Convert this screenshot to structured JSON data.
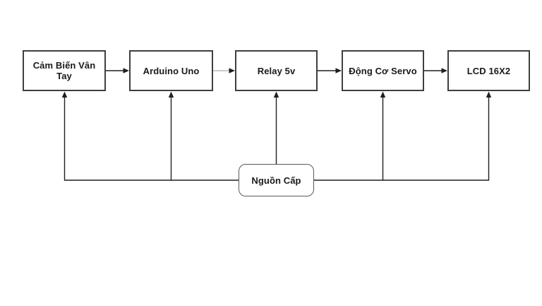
{
  "diagram": {
    "title": "Fingerprint door lock block diagram",
    "background_color": "#ffffff",
    "colors": {
      "box_border": "#3f3f3f",
      "power_box_border": "#595959",
      "wire": "#1f1f1f",
      "faint_wire": "#ababab",
      "text": "#1a1a1a"
    },
    "nodes": [
      {
        "id": "cam-bien-van-tay",
        "label": "Cảm Biến Vân Tay",
        "shape": "rectangle"
      },
      {
        "id": "arduino-uno",
        "label": "Arduino Uno",
        "shape": "rectangle"
      },
      {
        "id": "relay-5v",
        "label": "Relay 5v",
        "shape": "rectangle"
      },
      {
        "id": "dong-co-servo",
        "label": "Động Cơ Servo",
        "shape": "rectangle"
      },
      {
        "id": "lcd-16x2",
        "label": "LCD 16X2",
        "shape": "rectangle"
      },
      {
        "id": "nguon-cap",
        "label": "Nguồn Cấp",
        "shape": "rounded-rectangle"
      }
    ],
    "edges": [
      {
        "from": "cam-bien-van-tay",
        "to": "arduino-uno",
        "style": "solid-arrow"
      },
      {
        "from": "arduino-uno",
        "to": "relay-5v",
        "style": "faint-arrow"
      },
      {
        "from": "relay-5v",
        "to": "dong-co-servo",
        "style": "solid-arrow"
      },
      {
        "from": "dong-co-servo",
        "to": "lcd-16x2",
        "style": "solid-arrow"
      },
      {
        "from": "nguon-cap",
        "to": "cam-bien-van-tay",
        "style": "solid-arrow"
      },
      {
        "from": "nguon-cap",
        "to": "arduino-uno",
        "style": "solid-arrow"
      },
      {
        "from": "nguon-cap",
        "to": "relay-5v",
        "style": "solid-arrow"
      },
      {
        "from": "nguon-cap",
        "to": "dong-co-servo",
        "style": "solid-arrow"
      },
      {
        "from": "nguon-cap",
        "to": "lcd-16x2",
        "style": "solid-arrow"
      }
    ]
  }
}
